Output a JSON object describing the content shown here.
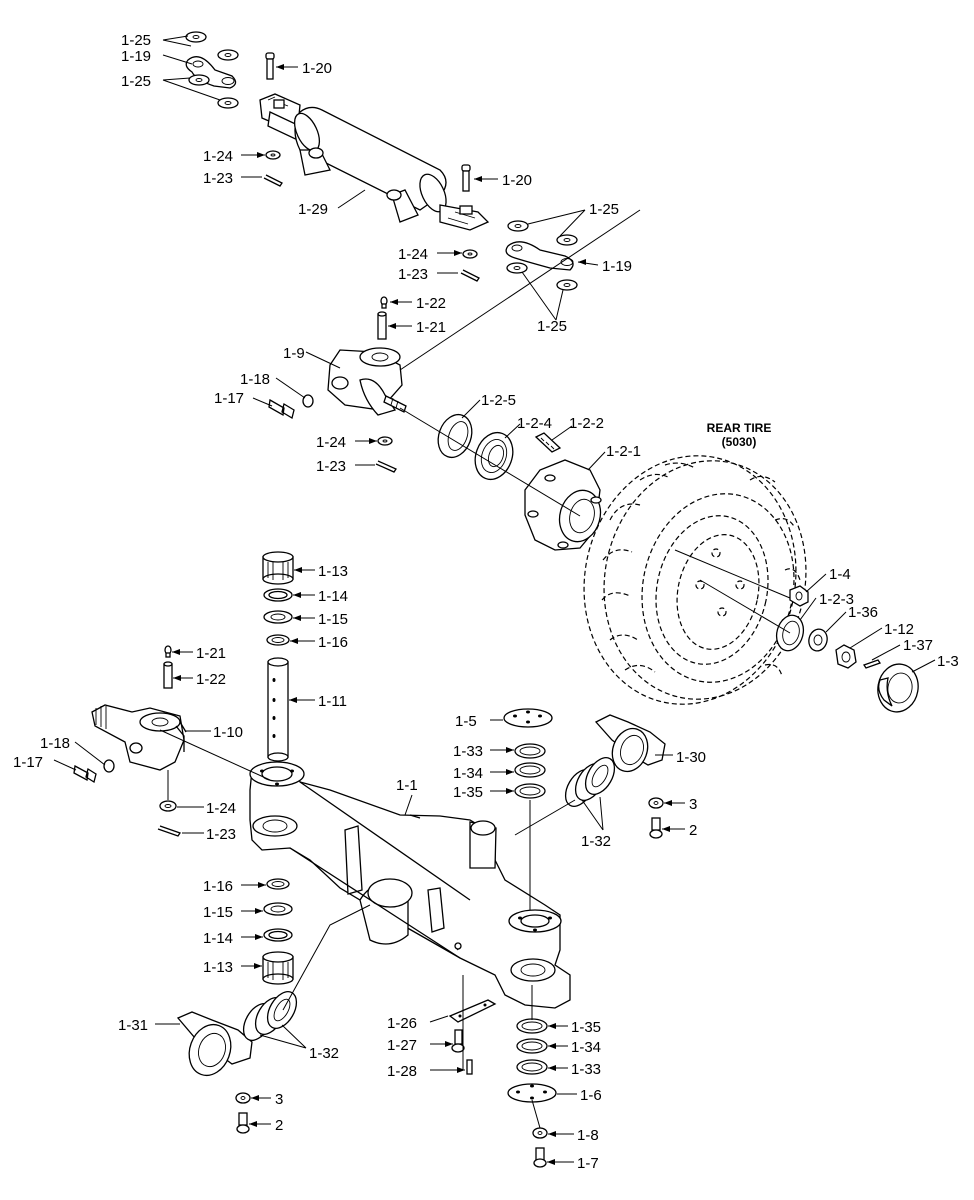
{
  "diagram": {
    "tire_label": "REAR TIRE",
    "tire_code": "(5030)",
    "labels": {
      "l_1_25a": "1-25",
      "l_1_19a": "1-19",
      "l_1_25b": "1-25",
      "l_1_20a": "1-20",
      "l_1_24a": "1-24",
      "l_1_23a": "1-23",
      "l_1_29": "1-29",
      "l_1_20b": "1-20",
      "l_1_25c": "1-25",
      "l_1_24b": "1-24",
      "l_1_19b": "1-19",
      "l_1_23b": "1-23",
      "l_1_25d": "1-25",
      "l_1_22a": "1-22",
      "l_1_21a": "1-21",
      "l_1_9": "1-9",
      "l_1_18a": "1-18",
      "l_1_17a": "1-17",
      "l_1_2_5": "1-2-5",
      "l_1_2_4": "1-2-4",
      "l_1_2_2": "1-2-2",
      "l_1_24c": "1-24",
      "l_1_23c": "1-23",
      "l_1_2_1": "1-2-1",
      "l_1_4": "1-4",
      "l_1_2_3": "1-2-3",
      "l_1_36": "1-36",
      "l_1_12": "1-12",
      "l_1_37": "1-37",
      "l_1_3": "1-3",
      "l_1_13a": "1-13",
      "l_1_14a": "1-14",
      "l_1_15a": "1-15",
      "l_1_16a": "1-16",
      "l_1_21b": "1-21",
      "l_1_22b": "1-22",
      "l_1_11": "1-11",
      "l_1_10": "1-10",
      "l_1_18b": "1-18",
      "l_1_17b": "1-17",
      "l_1_5": "1-5",
      "l_1_30": "1-30",
      "l_1_33a": "1-33",
      "l_1_34a": "1-34",
      "l_1_35a": "1-35",
      "l_1_1": "1-1",
      "l_3a": "3",
      "l_2a": "2",
      "l_1_24d": "1-24",
      "l_1_23d": "1-23",
      "l_1_32a": "1-32",
      "l_1_16b": "1-16",
      "l_1_15b": "1-15",
      "l_1_14b": "1-14",
      "l_1_13b": "1-13",
      "l_1_31": "1-31",
      "l_1_32b": "1-32",
      "l_1_26": "1-26",
      "l_1_27": "1-27",
      "l_1_28": "1-28",
      "l_1_35b": "1-35",
      "l_1_34b": "1-34",
      "l_1_33b": "1-33",
      "l_1_6": "1-6",
      "l_1_8": "1-8",
      "l_1_7": "1-7",
      "l_3b": "3",
      "l_2b": "2"
    }
  }
}
